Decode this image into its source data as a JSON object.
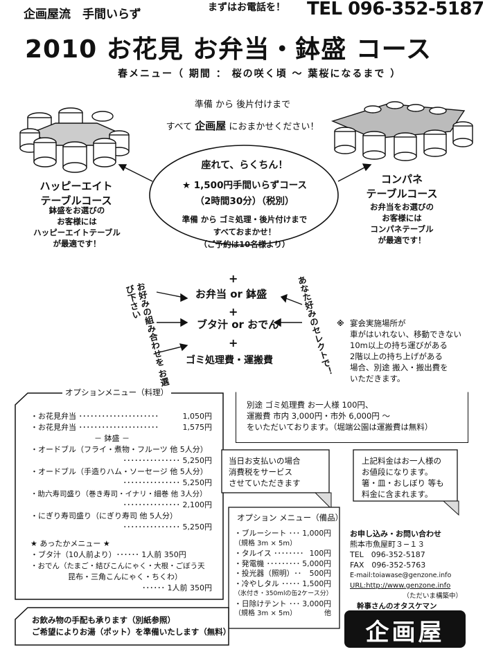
{
  "header": {
    "tagline": "企画屋流　手間いらず",
    "tel_lead": "まずはお電話を！",
    "tel": "TEL 096-352-5187",
    "title": "2010 お花見 お弁当・鉢盛 コース",
    "subtitle": "春メニュー（ 期間 ： 桜の咲く頃 〜 葉桜になるまで ）"
  },
  "intro": {
    "line1": "準備 から 後片付けまで",
    "line2_a": "すべて ",
    "line2_brand": "企画屋",
    "line2_b": " におまかせください！"
  },
  "left_table": {
    "title1": "ハッピーエイト",
    "title2": "テーブルコース",
    "desc": [
      "鉢盛をお選びの",
      "お客様には",
      "ハッピーエイトテーブル",
      "が最適です！"
    ]
  },
  "right_table": {
    "title1": "コンパネ",
    "title2": "テーブルコース",
    "desc": [
      "お弁当をお選びの",
      "お客様には",
      "コンパネテーブル",
      "が最適です！"
    ]
  },
  "oval": {
    "head": "座れて、らくちん！",
    "course": "★ 1,500円手間いらずコース",
    "duration": "（2時間30分）（税別）",
    "note1": "準備 から ゴミ処理・後片付けまで",
    "note2": "すべておまかせ！",
    "note3": "（ご予約は10名様より）"
  },
  "combo": {
    "plus": "+",
    "item1": "お弁当 or 鉢盛",
    "item2": "ブタ汁 or おでん",
    "item3": "ゴミ処理費・運搬費",
    "left_vertical1": "お好みの組み合わせを",
    "left_vertical2": "お選び下さい",
    "right_vertical1": "あなた好みのセレクトで！"
  },
  "notice": {
    "mark": "※",
    "lines": [
      "宴会実施場所が",
      "車がはいれない、移動できない",
      "10m以上の持ち運びがある",
      "2階以上の持ち上げがある",
      "場合、別途 搬入・搬出費を",
      "いただきます。"
    ]
  },
  "option_food": {
    "heading": "オプションメニュー（料理）",
    "items": [
      {
        "name": "・お花見弁当 ･････････････････････",
        "price": "1,050円"
      },
      {
        "name": "・お花見弁当 ･････････････････････",
        "price": "1,575円"
      }
    ],
    "hachimori_label": "－ 鉢盛 －",
    "hachimori": [
      {
        "name": "・オードブル（フライ・煮物・フルーツ 他 5人分）",
        "price": "･･･････････････ 5,250円"
      },
      {
        "name": "・オードブル（手造りハム・ソーセージ 他 5人分）",
        "price": "･･･････････････ 5,250円"
      },
      {
        "name": "・助六寿司盛り（巻き寿司・イナリ・細巻 他 3人分）",
        "price": "･･･････････････ 2,100円"
      },
      {
        "name": "・にぎり寿司盛り（にぎり寿司 他 5人分）",
        "price": "･･･････････････ 5,250円"
      }
    ],
    "warm_heading": "★ あったかメニュー ★",
    "warm1": "・ブタ汁（10人前より）･･････ 1人前 350円",
    "warm2a": "・おでん（たまご・結びこんにゃく・大根・ごぼう天",
    "warm2b": "昆布・三角こんにゃく・ちくわ）",
    "warm2c": "･･････ 1人前 350円"
  },
  "garbage": {
    "line1": "別途 ゴミ処理費 お一人様 100円、",
    "line2": "運搬費 市内 3,000円・市外 6,000円 〜",
    "line3": "をいただいております。（堀端公園は運搬費は無料）"
  },
  "tax": {
    "lines": [
      "当日お支払いの場合",
      "消費税をサービス",
      "させていただきます"
    ]
  },
  "included": {
    "lines": [
      "上記料金はお一人様の",
      "お値段になります。",
      "箸・皿・おしぼり 等も",
      "料金に含まれます。"
    ]
  },
  "option_equip": {
    "heading": "オプション メニュー（備品）",
    "items": [
      {
        "name": "・ブルーシート ･･･",
        "price": "1,000円"
      },
      {
        "name": "（規格 3m × 5m）",
        "price": ""
      },
      {
        "name": "・タルイス ････････",
        "price": "100円"
      },
      {
        "name": "・発電機 ･････････",
        "price": "5,000円"
      },
      {
        "name": "・投光器（照明）･･",
        "price": "500円"
      },
      {
        "name": "・冷やしタル ･････",
        "price": "1,500円"
      },
      {
        "name": "（氷付き・350mlの缶2ケース分）",
        "price": ""
      },
      {
        "name": "・日除けテント ･･･",
        "price": "3,000円"
      },
      {
        "name": "（規格 3m × 5m）",
        "price": "他"
      }
    ]
  },
  "contact": {
    "heading": "お申し込み・お問い合わせ",
    "address": "熊本市魚屋町３−１３",
    "tel": "TEL　096-352-5187",
    "fax": "FAX　096-352-5763",
    "email": "E-mail:toiawase@genzone.info",
    "url": "URL:http://www.genzone.info",
    "url_note": "（ただいま構築中）",
    "staff": "幹事さんのオタスケマン",
    "logo": "企画屋"
  },
  "drinks": {
    "line1": "お飲み物の手配も承ります（別紙参照）",
    "line2": "ご希望によりお湯（ポット）を準備いたします（無料）"
  }
}
